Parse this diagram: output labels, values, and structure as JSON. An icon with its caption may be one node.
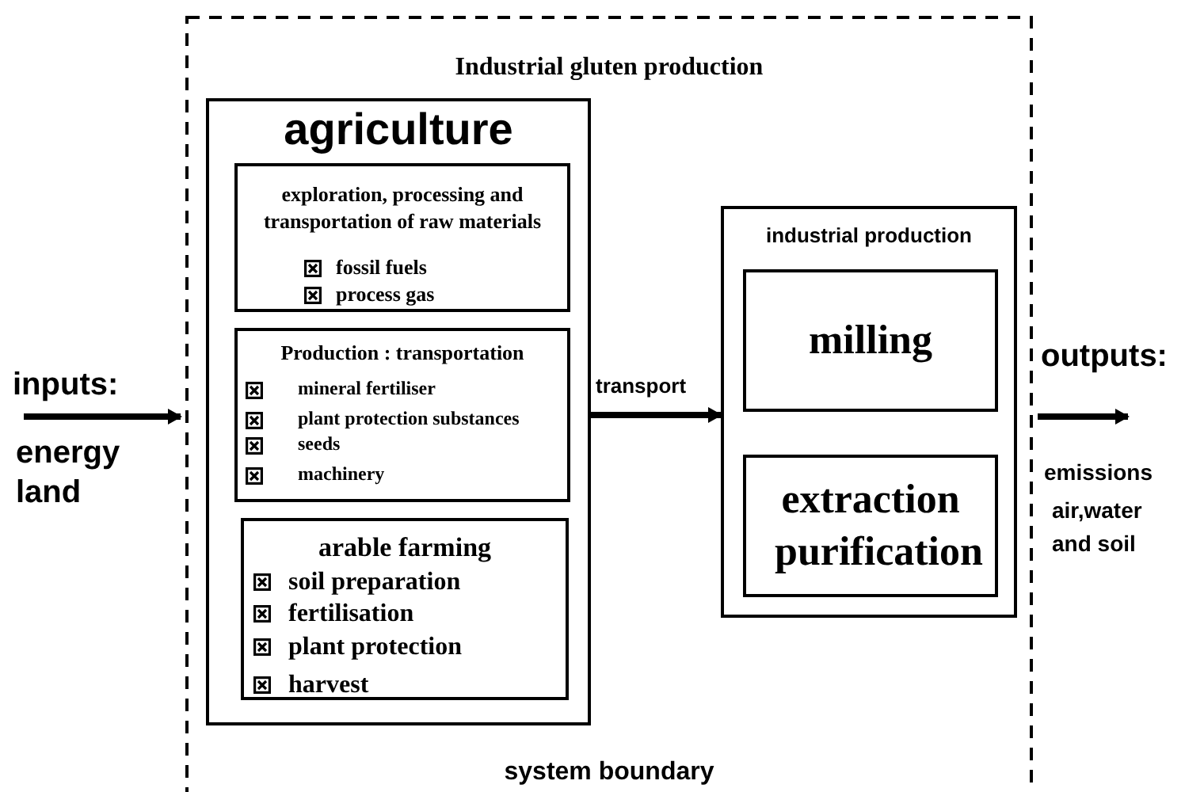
{
  "diagram": {
    "nodes": [
      {
        "text": [
          "Industrial gluten production",
          "system boundary"
        ]
      },
      {
        "text": [
          "agriculture"
        ],
        "in": 0
      },
      {
        "text": [
          "exploration, processing and transportation of raw materials",
          "fossil fuels",
          "process gas"
        ],
        "in": 1
      },
      {
        "text": [
          "Production : transportation",
          "mineral fertiliser",
          "plant protection substances",
          "seeds",
          "machinery"
        ],
        "in": 1
      },
      {
        "text": [
          "arable farming",
          "soil preparation",
          "fertilisation",
          "plant protection",
          "harvest"
        ],
        "in": 1
      },
      {
        "text": [
          "industrial production"
        ],
        "in": 0
      },
      {
        "text": [
          "milling"
        ],
        "in": 5
      },
      {
        "text": [
          "extraction purification"
        ],
        "in": 5
      }
    ],
    "edges": [
      {
        "from": null,
        "to": 0,
        "arrow": "to"
      },
      {
        "from": 1,
        "to": 5,
        "arrow": "to",
        "label": "transport"
      },
      {
        "from": 0,
        "to": null,
        "arrow": "to"
      }
    ],
    "labels": [
      "inputs:",
      "energy",
      "land",
      "outputs:",
      "emissions",
      "air,water and soil"
    ]
  }
}
